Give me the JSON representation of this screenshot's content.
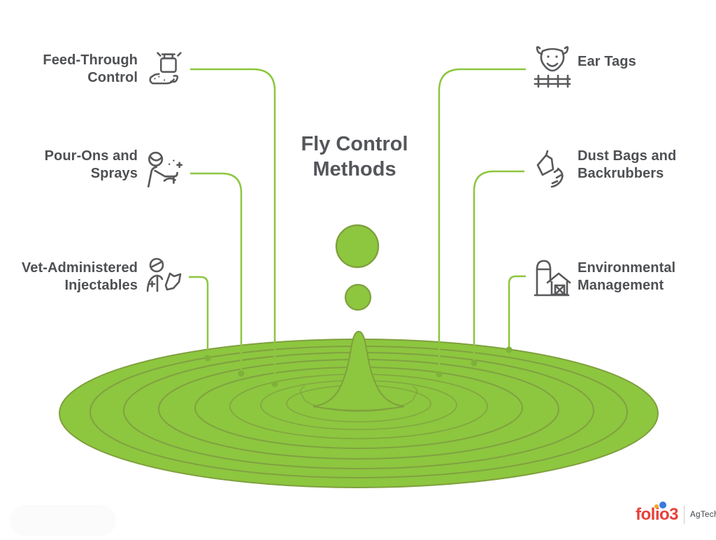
{
  "title": {
    "line1": "Fly Control",
    "line2": "Methods"
  },
  "methods": {
    "left": [
      {
        "line1": "Feed-Through",
        "line2": "Control",
        "icon": "feed-supplement-icon"
      },
      {
        "line1": "Pour-Ons and",
        "line2": "Sprays",
        "icon": "pour-on-spray-icon"
      },
      {
        "line1": "Vet-Administered",
        "line2": "Injectables",
        "icon": "vet-injectable-icon"
      }
    ],
    "right": [
      {
        "line1": "Ear Tags",
        "line2": "",
        "icon": "cow-ear-tag-icon"
      },
      {
        "line1": "Dust Bags and",
        "line2": "Backrubbers",
        "icon": "dust-bag-icon"
      },
      {
        "line1": "Environmental",
        "line2": "Management",
        "icon": "barn-silo-icon"
      }
    ]
  },
  "logo": {
    "brand": "folio3",
    "division": "AgTech"
  },
  "colors": {
    "splash_green": "#8DC63F",
    "splash_outline": "#7FA03E",
    "ripple_stroke": "#7E9C42",
    "connector_green": "#8CC63E",
    "connector_dot": "#7FB13A",
    "icon_stroke": "#58595B",
    "text_dark": "#4E5054",
    "title_gray": "#54565A",
    "logo_red": "#E8403A",
    "logo_yellow": "#F5A623",
    "logo_blue": "#3B77E3",
    "logo_division_gray": "#3C4247"
  }
}
